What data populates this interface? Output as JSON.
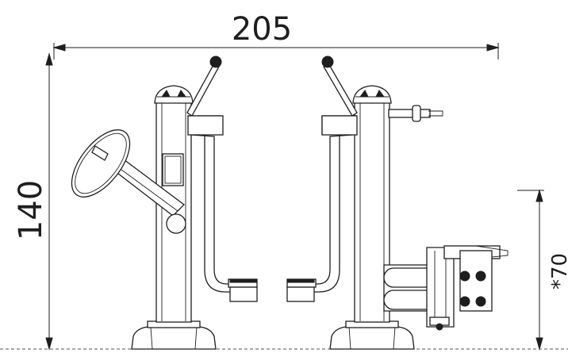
{
  "dimensions": {
    "width_label": "205",
    "height_label": "140",
    "fall_height_label": "*70"
  }
}
